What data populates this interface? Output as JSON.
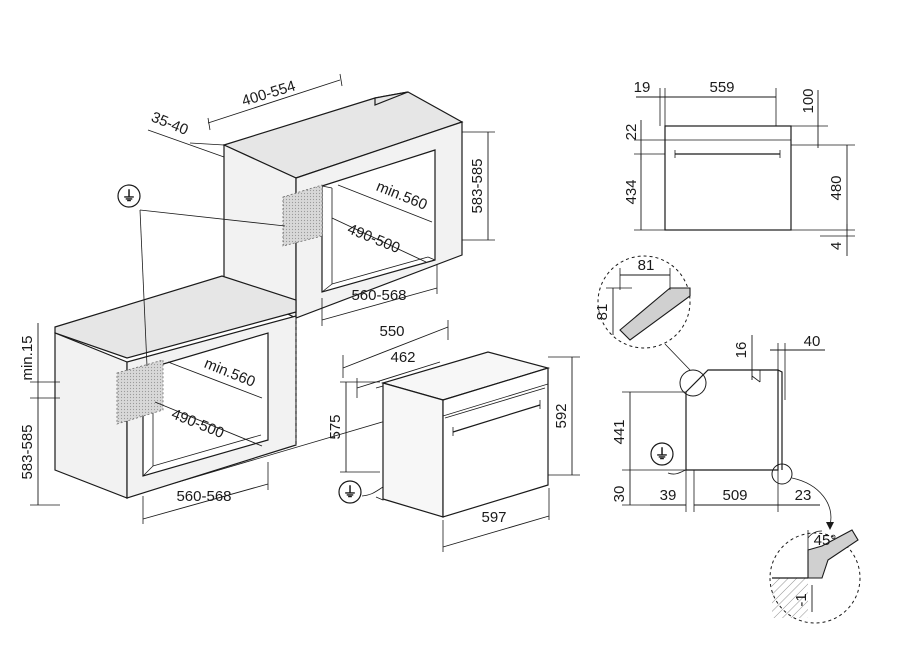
{
  "dimensions": {
    "top_depth": "400-554",
    "top_gap": "35-40",
    "top_min_width": "min.560",
    "top_inner_width": "490-500",
    "top_height": "583-585",
    "top_bottom_width": "560-568",
    "under_min": "min.15",
    "under_height": "583-585",
    "under_min_width": "min.560",
    "under_inner_width": "490-500",
    "under_bottom_width": "560-568",
    "oven_depth_total": "550",
    "oven_depth_body": "462",
    "oven_height_body": "575",
    "oven_height_total": "592",
    "oven_width": "597",
    "side_top_offset": "19",
    "side_top_depth": "559",
    "side_top_right": "100",
    "side_22": "22",
    "side_434": "434",
    "side_480": "480",
    "side_4": "4",
    "detail_81_h": "81",
    "detail_81_v": "81",
    "side_16": "16",
    "side_40": "40",
    "side_441": "441",
    "side_30": "30",
    "side_39": "39",
    "side_509": "509",
    "side_23": "23",
    "detail_angle": "45°",
    "detail_minus1": "-1"
  },
  "icons": [
    "plug-icon"
  ]
}
